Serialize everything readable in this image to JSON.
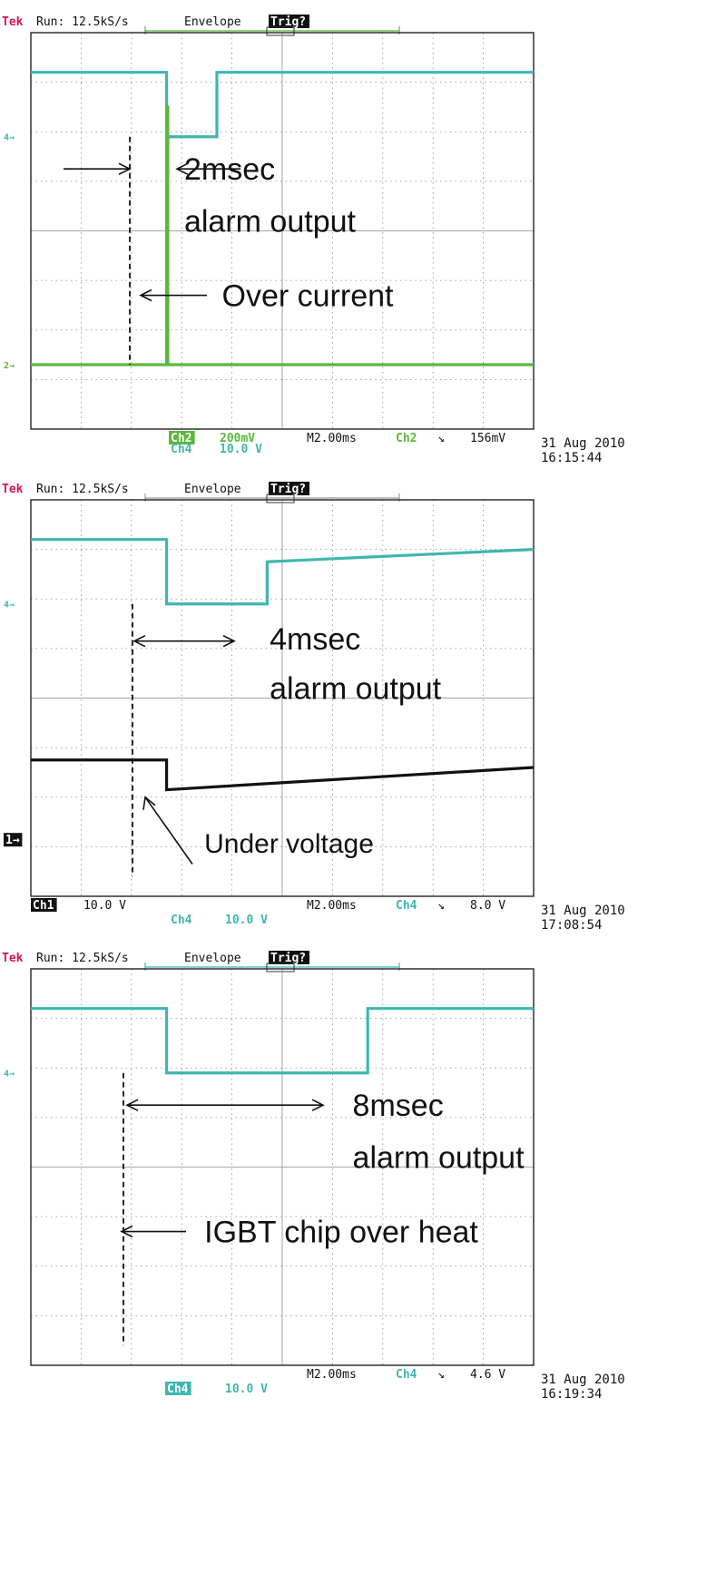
{
  "colors": {
    "ch4": "#3fb6b0",
    "ch2": "#5ab83c",
    "ch1": "#111111",
    "tek": "#d4145a",
    "grid": "#8a8a8a",
    "frame": "#222222",
    "text": "#111111"
  },
  "chart_data": [
    {
      "type": "line",
      "title": "",
      "header": {
        "brand": "Tek",
        "run": "Run: 12.5kS/s",
        "mode": "Envelope",
        "trig": "Trig?"
      },
      "x_unit": "ms",
      "xlim": [
        -9.8,
        10.2
      ],
      "ylim": [
        -4,
        4
      ],
      "series": [
        {
          "name": "Ch4",
          "color": "ch4",
          "marker": "4",
          "x": [
            -9.8,
            -4.4,
            -4.4,
            -2.4,
            -2.4,
            10.2
          ],
          "y": [
            3.2,
            3.2,
            1.9,
            1.9,
            3.2,
            3.2
          ]
        },
        {
          "name": "Ch2",
          "color": "ch2",
          "marker": "2",
          "x": [
            -9.8,
            -4.4,
            -4.4,
            -4.35,
            -4.35,
            10.2
          ],
          "y": [
            -2.7,
            -2.7,
            2.5,
            2.5,
            -2.7,
            -2.7
          ]
        }
      ],
      "annotations": [
        {
          "text": "2msec",
          "x": -3.7,
          "y": 1.25
        },
        {
          "text": "alarm output",
          "x": -3.7,
          "y": 0.2
        },
        {
          "text": "Over current",
          "x": -2.2,
          "y": -1.3
        }
      ],
      "footer": {
        "ch2_tag": "Ch2",
        "ch2_scale": "200mV",
        "ch4_tag": "Ch4",
        "ch4_scale": "10.0 V",
        "time": "M2.00ms",
        "trig_ch": "Ch2",
        "trig_edge": "↘",
        "trig_level": "156mV",
        "date": "31 Aug 2010",
        "clock": "16:15:44"
      }
    },
    {
      "type": "line",
      "title": "",
      "header": {
        "brand": "Tek",
        "run": "Run: 12.5kS/s",
        "mode": "Envelope",
        "trig": "Trig?"
      },
      "x_unit": "ms",
      "xlim": [
        -9.8,
        10.2
      ],
      "ylim": [
        -4,
        4
      ],
      "series": [
        {
          "name": "Ch4",
          "color": "ch4",
          "marker": "4",
          "x": [
            -9.8,
            -4.4,
            -4.4,
            -0.4,
            -0.4,
            10.2
          ],
          "y": [
            3.2,
            3.2,
            1.9,
            1.9,
            2.75,
            3.0
          ]
        },
        {
          "name": "Ch1",
          "color": "ch1",
          "marker": "1",
          "x": [
            -9.8,
            -4.4,
            -4.4,
            10.2
          ],
          "y": [
            -1.25,
            -1.25,
            -1.85,
            -1.4
          ]
        }
      ],
      "annotations": [
        {
          "text": "4msec",
          "x": -0.3,
          "y": 1.2
        },
        {
          "text": "alarm output",
          "x": -0.3,
          "y": 0.2
        },
        {
          "text": "Under voltage",
          "x": -2.9,
          "y": -2.9
        }
      ],
      "footer": {
        "ch1_tag": "Ch1",
        "ch1_scale": "10.0 V",
        "ch4_tag": "Ch4",
        "ch4_scale": "10.0 V",
        "time": "M2.00ms",
        "trig_ch": "Ch4",
        "trig_edge": "↘",
        "trig_level": "8.0 V",
        "date": "31 Aug 2010",
        "clock": "17:08:54"
      }
    },
    {
      "type": "line",
      "title": "",
      "header": {
        "brand": "Tek",
        "run": "Run: 12.5kS/s",
        "mode": "Envelope",
        "trig": "Trig?"
      },
      "x_unit": "ms",
      "xlim": [
        -9.8,
        10.2
      ],
      "ylim": [
        -4,
        4
      ],
      "series": [
        {
          "name": "Ch4",
          "color": "ch4",
          "marker": "4",
          "x": [
            -9.8,
            -4.4,
            -4.4,
            3.6,
            3.6,
            10.2
          ],
          "y": [
            3.2,
            3.2,
            1.9,
            1.9,
            3.2,
            3.2
          ]
        }
      ],
      "annotations": [
        {
          "text": "8msec",
          "x": 3.0,
          "y": 1.25
        },
        {
          "text": "alarm output",
          "x": 3.0,
          "y": 0.2
        },
        {
          "text": "IGBT chip over heat",
          "x": -2.9,
          "y": -1.3
        }
      ],
      "footer": {
        "ch4_tag": "Ch4",
        "ch4_scale": "10.0 V",
        "time": "M2.00ms",
        "trig_ch": "Ch4",
        "trig_edge": "↘",
        "trig_level": "4.6 V",
        "date": "31 Aug 2010",
        "clock": "16:19:34"
      }
    }
  ]
}
